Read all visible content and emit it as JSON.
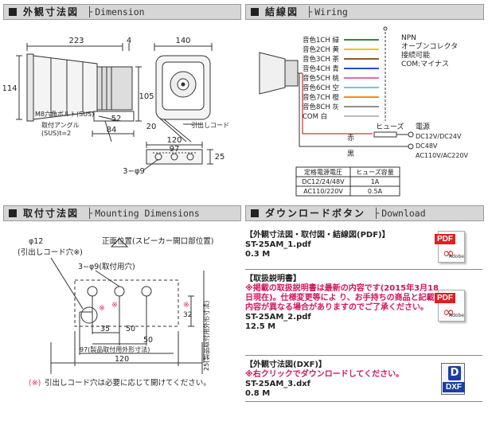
{
  "sections": {
    "dimension": {
      "title": "外観寸法図",
      "sep": "├",
      "subtitle": "Dimension"
    },
    "wiring": {
      "title": "結線図",
      "sep": "├",
      "subtitle": "Wiring"
    },
    "mounting": {
      "title": "取付寸法図",
      "sep": "├",
      "subtitle": "Mounting Dimensions"
    },
    "download": {
      "title": "ダウンロードボタン",
      "sep": "├",
      "subtitle": "Download"
    }
  },
  "dimension_fig": {
    "dims": [
      "223",
      "4",
      "140",
      "114",
      "105",
      "52",
      "84",
      "20",
      "120",
      "97",
      "25",
      "3−φ9"
    ],
    "labels": [
      "M8六角ボルト(SUS)",
      "取付アングル",
      "(SUS)t=2",
      "引出しコード"
    ]
  },
  "wiring_fig": {
    "channels": [
      "音色1CH 緑",
      "音色2CH 黄",
      "音色3CH 茶",
      "音色4CH 青",
      "音色5CH 桃",
      "音色6CH 空",
      "音色7CH 橙",
      "音色8CH 灰",
      "COM 白"
    ],
    "channel_colors": [
      "#2e8b3a",
      "#e8c800",
      "#8b5a2b",
      "#1f4fd1",
      "#e06ab0",
      "#6cc6e8",
      "#f08c20",
      "#909090",
      "#bbbbbb"
    ],
    "side_notes": [
      "NPN",
      "オープンコレクタ",
      "接続可能",
      "COM:マイナス"
    ],
    "fuse_label": "ヒューズ",
    "power_label": "電源",
    "power_lines": [
      "DC12V/DC24V",
      "DC48V",
      "AC110V/AC220V"
    ],
    "wire_red": "赤",
    "wire_black": "黒",
    "table_headers": [
      "定格電源電圧",
      "ヒューズ容量"
    ],
    "table_rows": [
      [
        "DC12/24/48V",
        "1A"
      ],
      [
        "AC110/220V",
        "0.5A"
      ]
    ]
  },
  "mounting_fig": {
    "hole_label": "φ12",
    "cord_hole": "(引出しコード穴※)",
    "front_label": "正面位置(スピーカー開口部位置)",
    "holes_label": "3−φ9(取付用穴)",
    "dims": [
      "35",
      "50",
      "50",
      "97(製品取付用外形寸法)",
      "120",
      "32",
      "25(製品取付用外形寸法)"
    ],
    "mark": "※",
    "footnote_mark": "(※)",
    "footnote": "引出しコード穴は必要に応じて開けてください。"
  },
  "downloads": [
    {
      "title": "【外観寸法図・取付図・結線図(PDF)】",
      "note": "",
      "file": "ST-25AM_1.pdf",
      "size": "0.3 M",
      "icon": "pdf-icon"
    },
    {
      "title": "【取扱説明書】",
      "note": "※掲載の取扱説明書は最新の内容です(2015年3月18日現在)。仕様変更等によ り、お手持ちの商品と記載内容が異なる場合がありますのでご了承ください。",
      "file": "ST-25AM_2.pdf",
      "size": "12.5 M",
      "icon": "pdf-icon"
    },
    {
      "title": "【外観寸法図(DXF)】",
      "note": "※右クリックでダウンロードしてください。",
      "file": "ST-25AM_3.dxf",
      "size": "0.8 M",
      "icon": "dxf-icon"
    }
  ],
  "icon_text": {
    "pdf": "PDF",
    "adobe": "Adobe",
    "dxf": "DXF",
    "d": "D"
  }
}
